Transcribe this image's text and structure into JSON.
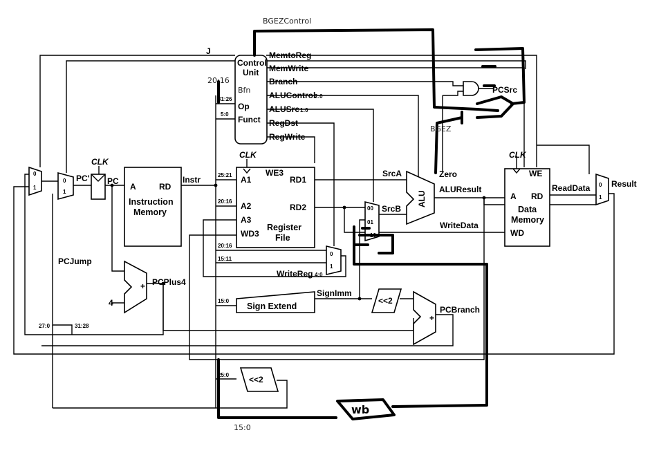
{
  "labels": {
    "control_unit_line1": "Control",
    "control_unit_line2": "Unit",
    "op": "Op",
    "funct": "Funct",
    "memtoreg": "MemtoReg",
    "memwrite": "MemWrite",
    "branch": "Branch",
    "alucontrol": "ALUControl",
    "alucontrol_sub": "2:0",
    "alusrc": "ALUSrc",
    "alusrc_sub": "1:0",
    "regdst": "RegDst",
    "regwrite": "RegWrite",
    "j": "J",
    "pcsrc": "PCSrc",
    "clk": "CLK",
    "pc_prime": "PC'",
    "pc": "PC",
    "a": "A",
    "rd": "RD",
    "instr_mem_line1": "Instruction",
    "instr_mem_line2": "Memory",
    "instr": "Instr",
    "a1": "A1",
    "a2": "A2",
    "a3": "A3",
    "wd3": "WD3",
    "we3": "WE3",
    "rd1": "RD1",
    "rd2": "RD2",
    "regfile_line1": "Register",
    "regfile_line2": "File",
    "srca": "SrcA",
    "srcb": "SrcB",
    "alu": "ALU",
    "zero": "Zero",
    "aluresult": "ALUResult",
    "writedata": "WriteData",
    "we": "WE",
    "wd": "WD",
    "datamem_line1": "Data",
    "datamem_line2": "Memory",
    "readdata": "ReadData",
    "result": "Result",
    "pcplus4": "PCPlus4",
    "four": "4",
    "plus": "+",
    "pcjump": "PCJump",
    "writereg": "WriteReg",
    "writereg_sub": "4:0",
    "sign_extend": "Sign Extend",
    "signimm": "SignImm",
    "shift2": "<<2",
    "pcbranch": "PCBranch",
    "bits_31_26": "31:26",
    "bits_5_0": "5:0",
    "bits_25_21": "25:21",
    "bits_20_16": "20:16",
    "bits_20_16_b": "20:16",
    "bits_15_11": "15:11",
    "bits_15_0": "15:0",
    "bits_25_0": "25:0",
    "bits_27_0": "27:0",
    "bits_31_28": "31:28",
    "mux_0": "0",
    "mux_1": "1",
    "mux_00": "00",
    "mux_01": "01",
    "mux_10": "10"
  },
  "annotations": {
    "bgezcontrol": "BGEZControl",
    "bgez": "BGEZ",
    "bits_20_16_hand": "20:16",
    "bfn": "Bfn",
    "wb": "wb",
    "bits_15_0_hand": "15:0"
  }
}
